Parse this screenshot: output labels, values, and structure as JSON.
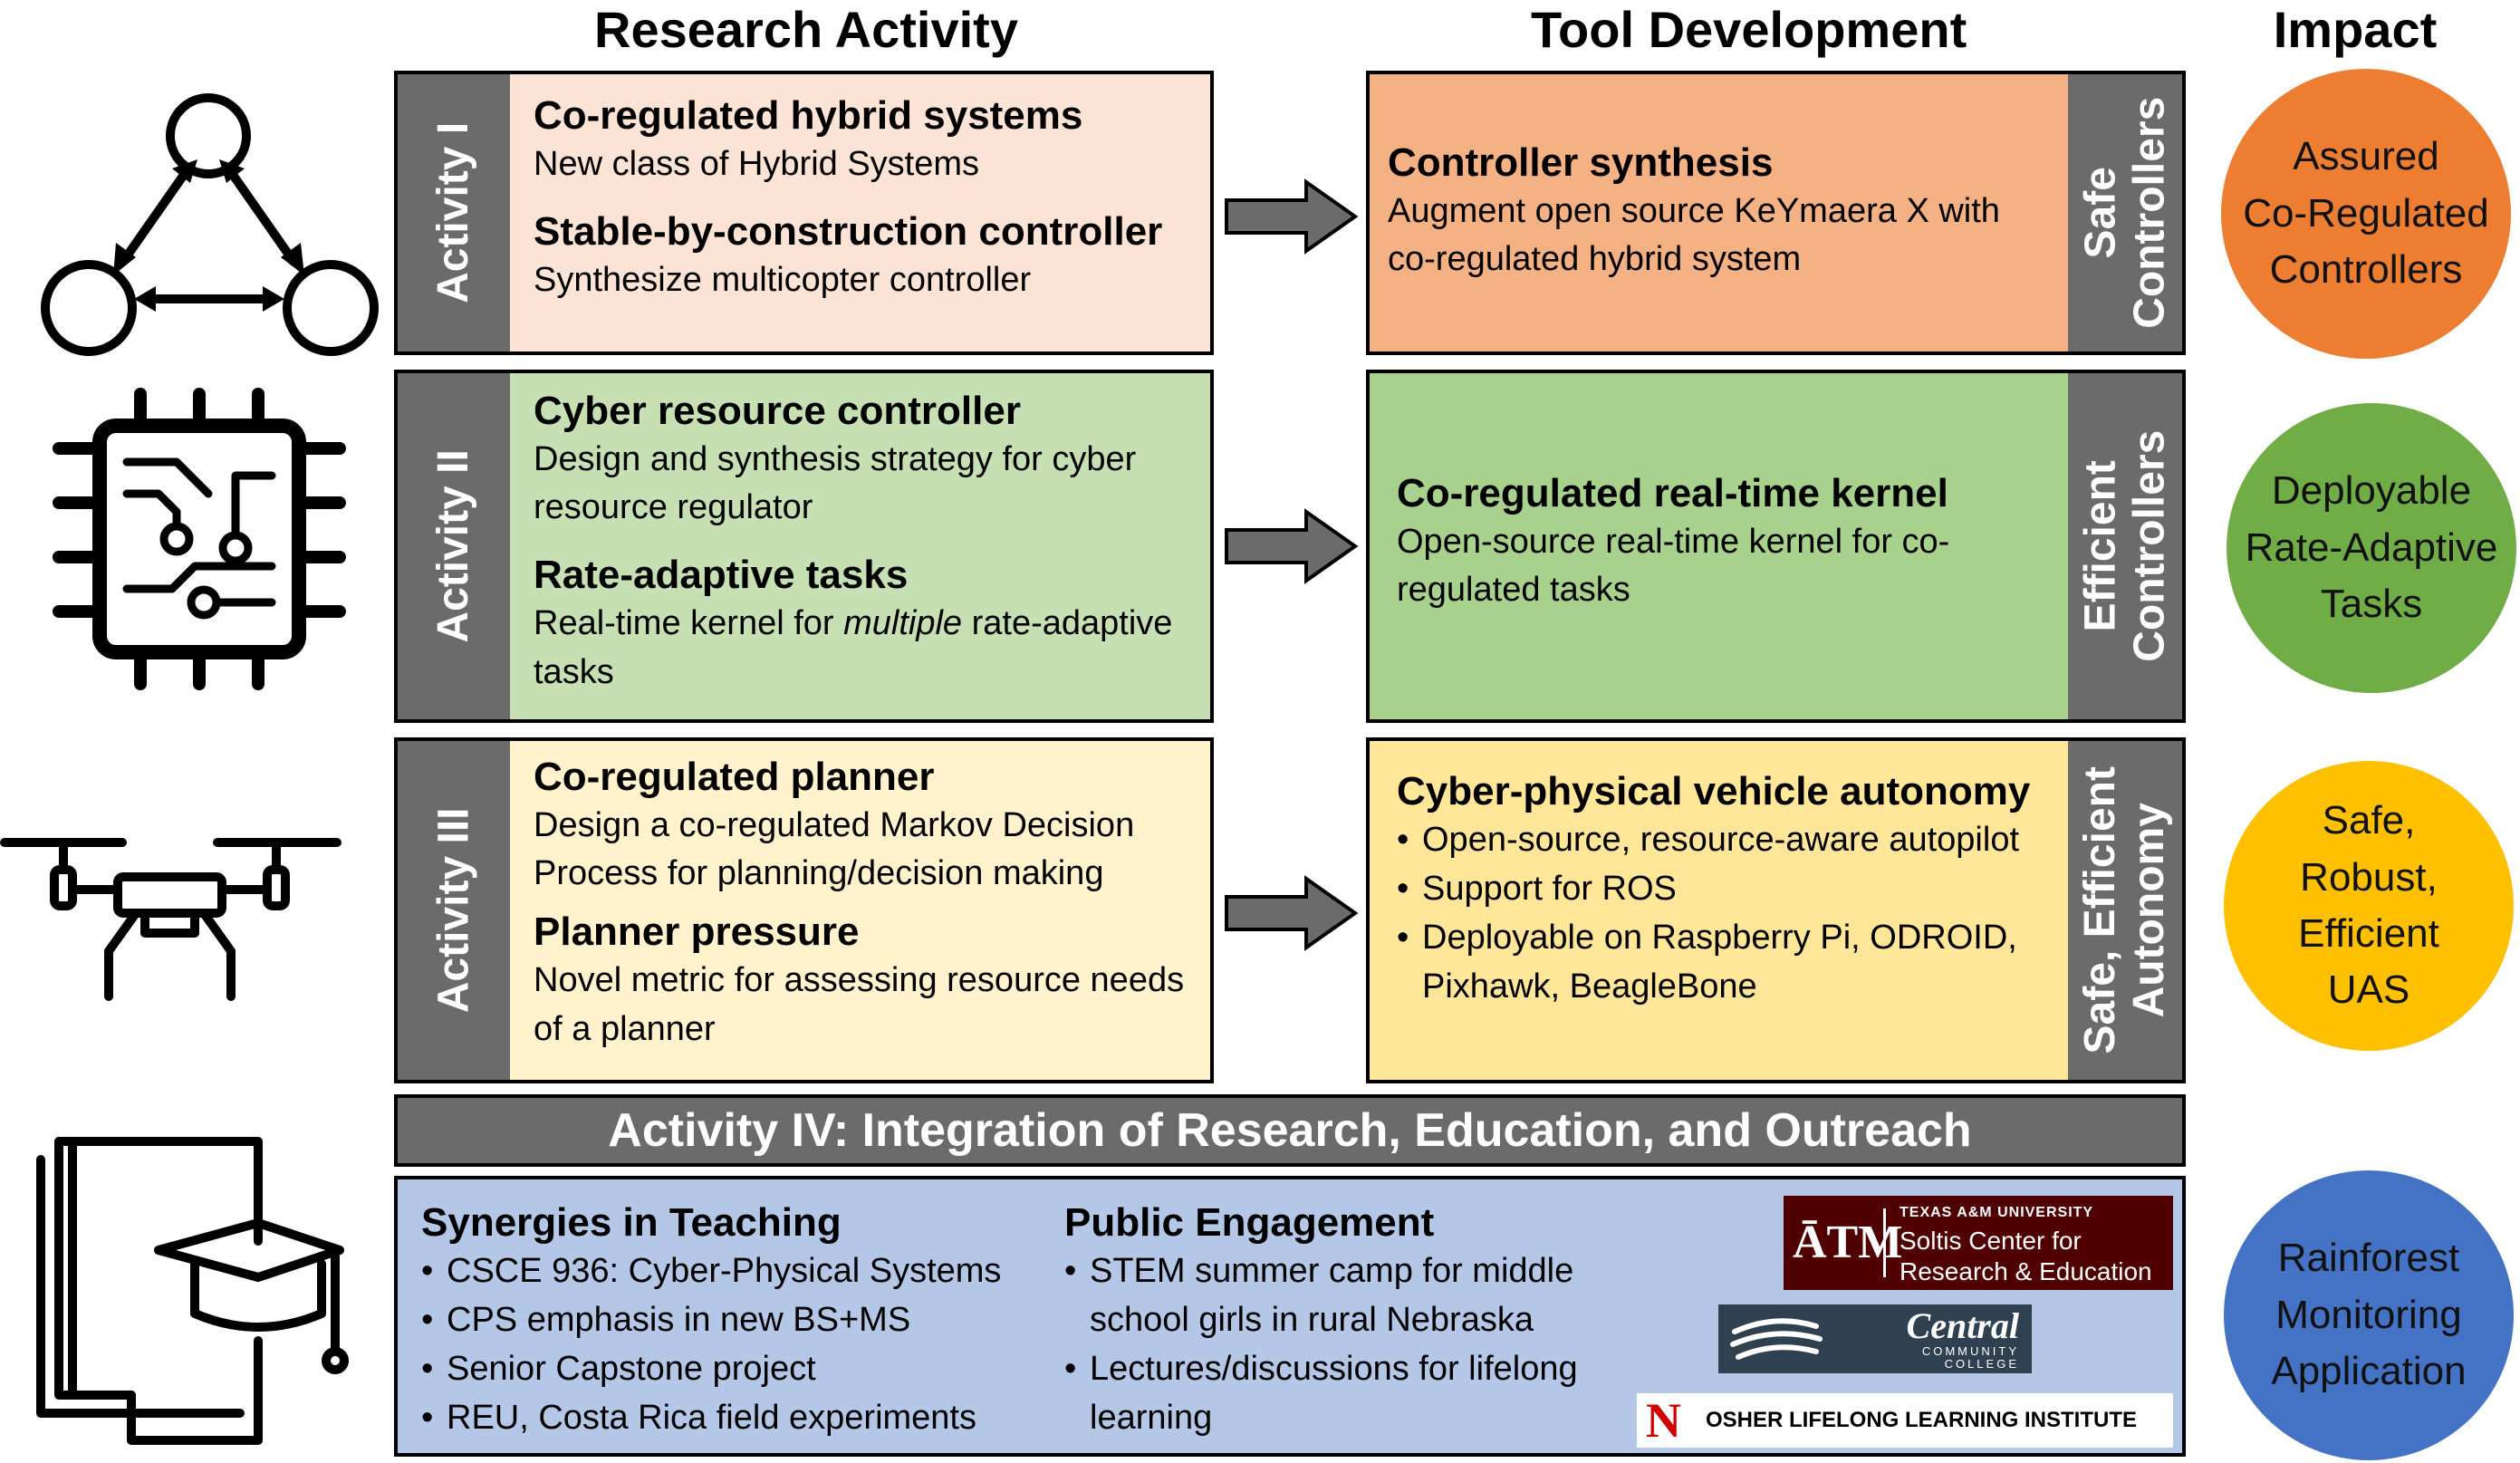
{
  "headers": {
    "research": "Research Activity",
    "tool": "Tool Development",
    "impact": "Impact"
  },
  "activities": [
    {
      "label": "Activity I",
      "items": [
        {
          "title": "Co-regulated hybrid systems",
          "desc": "New class of Hybrid Systems"
        },
        {
          "title": "Stable-by-construction controller",
          "desc": "Synthesize multicopter controller"
        }
      ],
      "tool": {
        "title": "Controller synthesis",
        "desc": "Augment open source KeYmaera X with co-regulated hybrid system"
      },
      "side_label_1": "Safe",
      "side_label_2": "Controllers",
      "impact": [
        "Assured",
        "Co-Regulated",
        "Controllers"
      ]
    },
    {
      "label": "Activity II",
      "items": [
        {
          "title": "Cyber resource controller",
          "desc": "Design and synthesis strategy for cyber resource regulator"
        },
        {
          "title": "Rate-adaptive tasks",
          "desc_pre": "Real-time kernel for ",
          "desc_em": "multiple",
          "desc_post": " rate-adaptive tasks"
        }
      ],
      "tool": {
        "title": "Co-regulated real-time kernel",
        "desc": "Open-source real-time kernel for co-regulated tasks"
      },
      "side_label_1": "Efficient",
      "side_label_2": "Controllers",
      "impact": [
        "Deployable",
        "Rate-Adaptive",
        "Tasks"
      ]
    },
    {
      "label": "Activity III",
      "items": [
        {
          "title": "Co-regulated planner",
          "desc": "Design a co-regulated Markov Decision Process for planning/decision making"
        },
        {
          "title": "Planner pressure",
          "desc": "Novel metric for assessing resource needs of a planner"
        }
      ],
      "tool": {
        "title": "Cyber-physical vehicle autonomy",
        "bullets": [
          "Open-source, resource-aware autopilot",
          "Support for ROS",
          "Deployable on Raspberry Pi, ODROID, Pixhawk, BeagleBone"
        ]
      },
      "side_label_1": "Safe, Efficient",
      "side_label_2": "Autonomy",
      "impact": [
        "Safe,",
        "Robust,",
        "Efficient",
        "UAS"
      ]
    }
  ],
  "activity4": {
    "banner": "Activity IV: Integration of Research, Education, and Outreach",
    "teaching": {
      "title": "Synergies in Teaching",
      "bullets": [
        "CSCE 936: Cyber-Physical Systems",
        "CPS emphasis in new BS+MS",
        "Senior Capstone project",
        "REU, Costa Rica field experiments"
      ]
    },
    "engagement": {
      "title": "Public Engagement",
      "bullets": [
        "STEM summer camp for middle school girls in rural Nebraska",
        "Lectures/discussions for lifelong learning"
      ]
    },
    "impact": [
      "Rainforest",
      "Monitoring",
      "Application"
    ]
  },
  "logos": {
    "tamu_mark": "ĀTM",
    "tamu_univ": "TEXAS A&M UNIVERSITY",
    "tamu_center_1": "Soltis Center for",
    "tamu_center_2": "Research & Education",
    "central_name": "Central",
    "central_sub_1": "COMMUNITY",
    "central_sub_2": "COLLEGE",
    "osher_mark": "N",
    "osher_name": "OSHER LIFELONG LEARNING INSTITUTE"
  },
  "icons": [
    "state-graph-icon",
    "microchip-icon",
    "drone-icon",
    "books-graduation-cap-icon"
  ],
  "colors": {
    "gray": "#6b6b6b",
    "a1_research": "#fbe4d5",
    "a1_tool": "#f4b183",
    "a2_research": "#c6e0b4",
    "a2_tool": "#a9d18e",
    "a3_research": "#fff2cc",
    "a3_tool": "#ffe699",
    "a4_box": "#b4c7e7",
    "impact_orange": "#ed7d31",
    "impact_green": "#70ad47",
    "impact_yellow": "#ffc000",
    "impact_blue": "#4472c4",
    "tamu_maroon": "#500000",
    "central_dark": "#2f4150",
    "nebraska_red": "#d00000"
  }
}
